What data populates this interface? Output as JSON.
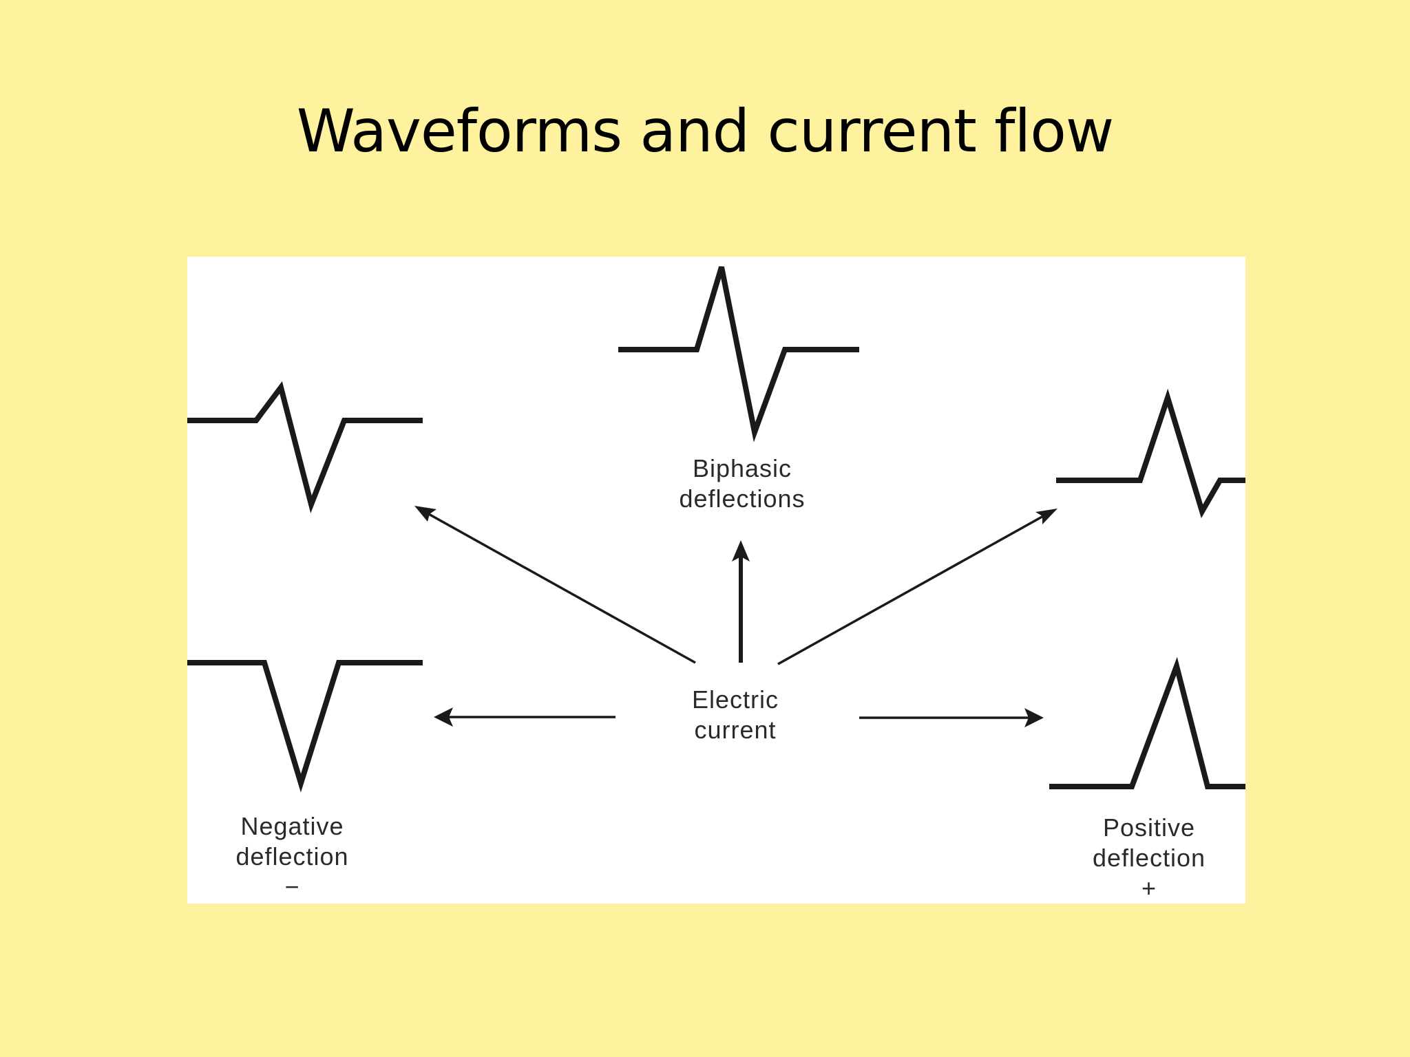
{
  "slide": {
    "title": "Waveforms and current flow"
  },
  "diagram": {
    "center_label": [
      "Electric",
      "current"
    ],
    "biphasic_label": [
      "Biphasic",
      "deflections"
    ],
    "negative_label": [
      "Negative",
      "deflection",
      "−"
    ],
    "positive_label": [
      "Positive",
      "deflection",
      "+"
    ]
  },
  "colors": {
    "background": "#fff29f",
    "panel": "#ffffff",
    "ink": "#1a1a1a"
  }
}
